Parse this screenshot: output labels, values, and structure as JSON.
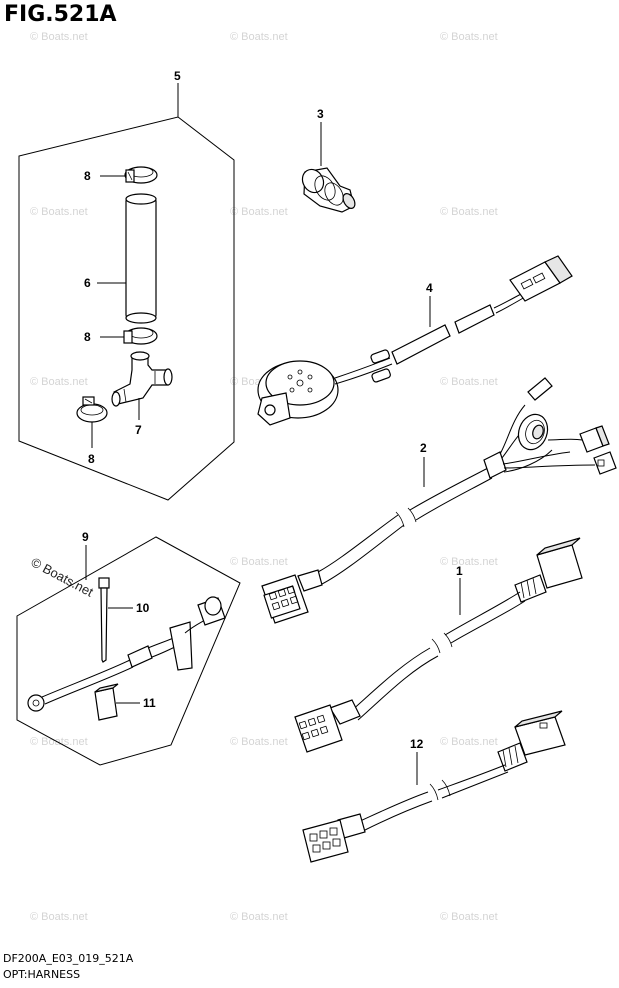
{
  "figure": {
    "title": "FIG.521A",
    "footer_code": "DF200A_E03_019_521A",
    "footer_name": "OPT:HARNESS"
  },
  "callouts": {
    "c1": "1",
    "c2": "2",
    "c3": "3",
    "c4": "4",
    "c5": "5",
    "c6": "6",
    "c7": "7",
    "c8a": "8",
    "c8b": "8",
    "c8c": "8",
    "c9": "9",
    "c10": "10",
    "c11": "11",
    "c12": "12"
  },
  "watermark": {
    "text": "© Boats.net"
  }
}
